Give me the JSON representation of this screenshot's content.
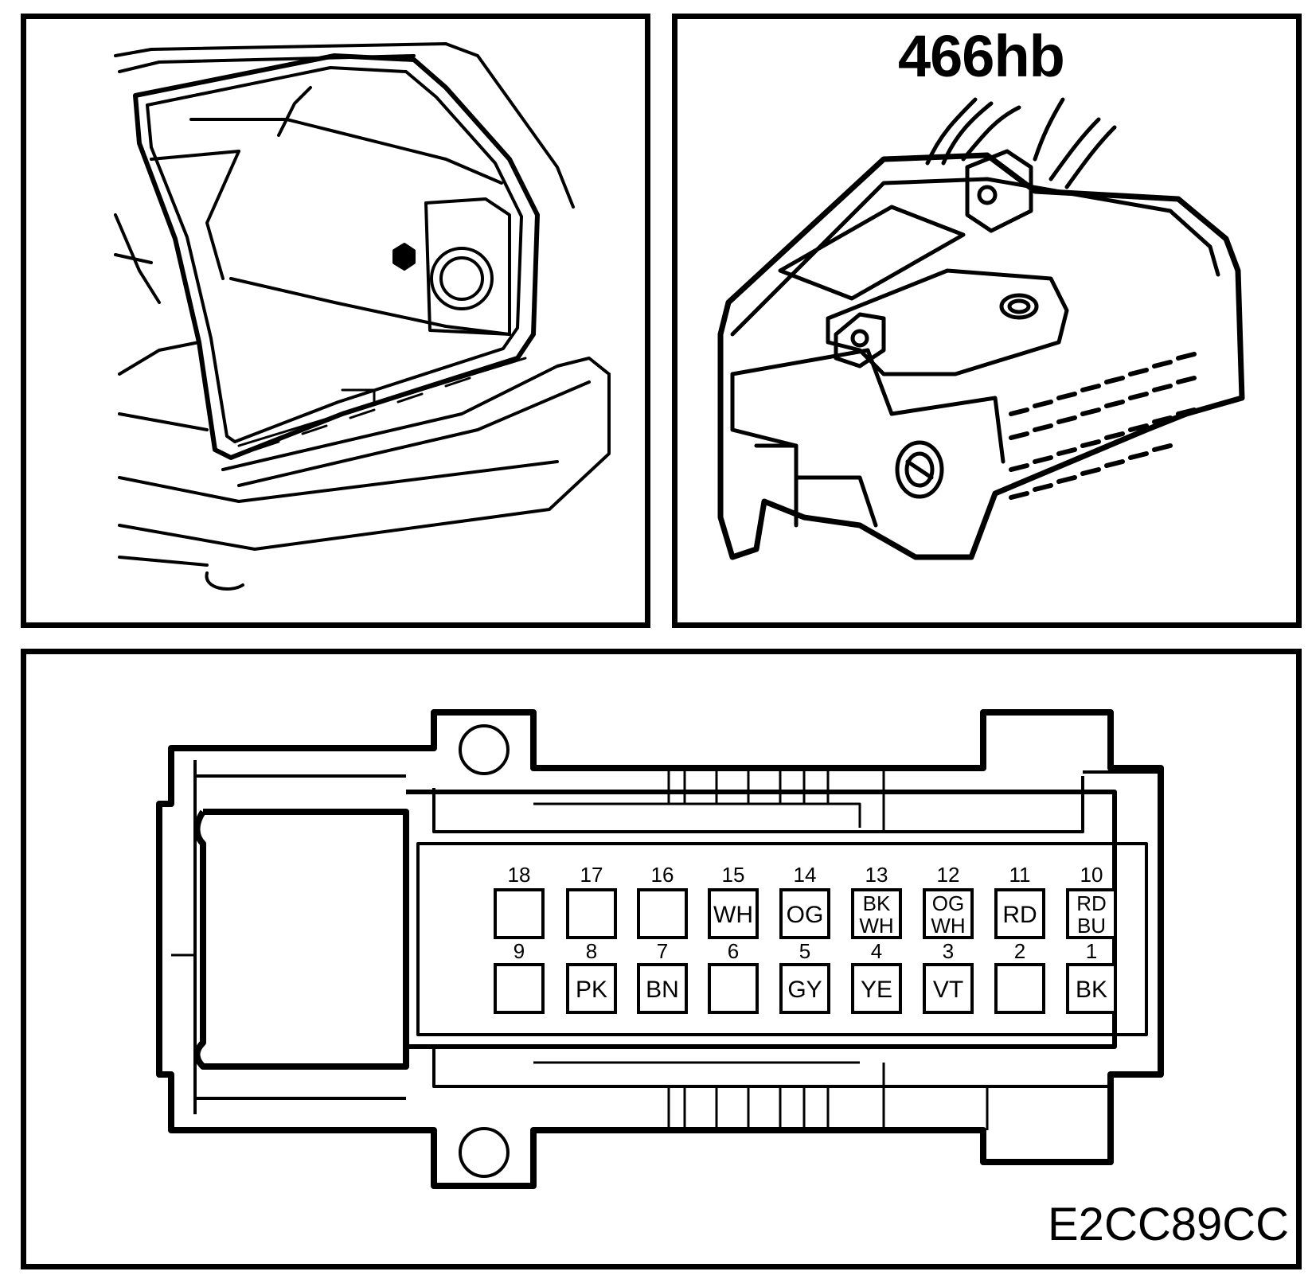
{
  "connector_ref": "466hb",
  "figure_code": "E2CC89CC",
  "pins_top": [
    {
      "num": "18",
      "color": ""
    },
    {
      "num": "17",
      "color": ""
    },
    {
      "num": "16",
      "color": ""
    },
    {
      "num": "15",
      "color": "WH"
    },
    {
      "num": "14",
      "color": "OG"
    },
    {
      "num": "13",
      "color": "BK\nWH"
    },
    {
      "num": "12",
      "color": "OG\nWH"
    },
    {
      "num": "11",
      "color": "RD"
    },
    {
      "num": "10",
      "color": "RD\nBU"
    }
  ],
  "pins_bottom": [
    {
      "num": "9",
      "color": ""
    },
    {
      "num": "8",
      "color": "PK"
    },
    {
      "num": "7",
      "color": "BN"
    },
    {
      "num": "6",
      "color": ""
    },
    {
      "num": "5",
      "color": "GY"
    },
    {
      "num": "4",
      "color": "YE"
    },
    {
      "num": "3",
      "color": "VT"
    },
    {
      "num": "2",
      "color": ""
    },
    {
      "num": "1",
      "color": "BK"
    }
  ]
}
